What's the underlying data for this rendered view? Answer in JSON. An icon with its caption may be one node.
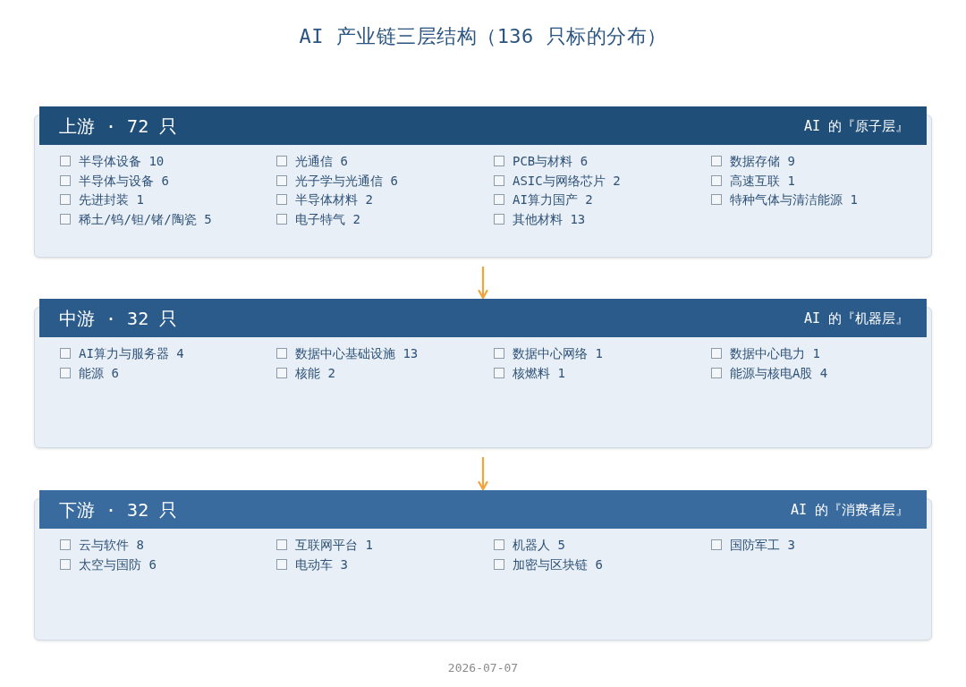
{
  "diagram": {
    "title": "AI 产业链三层结构（136 只标的分布）",
    "nodes": [
      {
        "text": [
          "上游 · 72 只",
          "AI 的『原子层』",
          "半导体设备 10",
          "光通信 6",
          "PCB与材料 6",
          "数据存储 9",
          "半导体与设备 6",
          "光子学与光通信 6",
          "ASIC与网络芯片 2",
          "高速互联 1",
          "先进封装 1",
          "半导体材料 2",
          "AI算力国产 2",
          "特种气体与清洁能源 1",
          "稀土/钨/钽/锗/陶瓷 5",
          "电子特气 2",
          "其他材料 13"
        ]
      },
      {
        "text": [
          "中游 · 32 只",
          "AI 的『机器层』",
          "AI算力与服务器 4",
          "数据中心基础设施 13",
          "数据中心网络 1",
          "数据中心电力 1",
          "能源 6",
          "核能 2",
          "核燃料 1",
          "能源与核电A股 4"
        ]
      },
      {
        "text": [
          "下游 · 32 只",
          "AI 的『消费者层』",
          "云与软件 8",
          "互联网平台 1",
          "机器人 5",
          "国防军工 3",
          "太空与国防 6",
          "电动车 3",
          "加密与区块链 6"
        ]
      }
    ],
    "edges": [
      {
        "from": 0,
        "to": 1,
        "arrow": "to"
      },
      {
        "from": 1,
        "to": 2,
        "arrow": "to"
      }
    ],
    "labels": [
      "2026-07-07"
    ]
  }
}
